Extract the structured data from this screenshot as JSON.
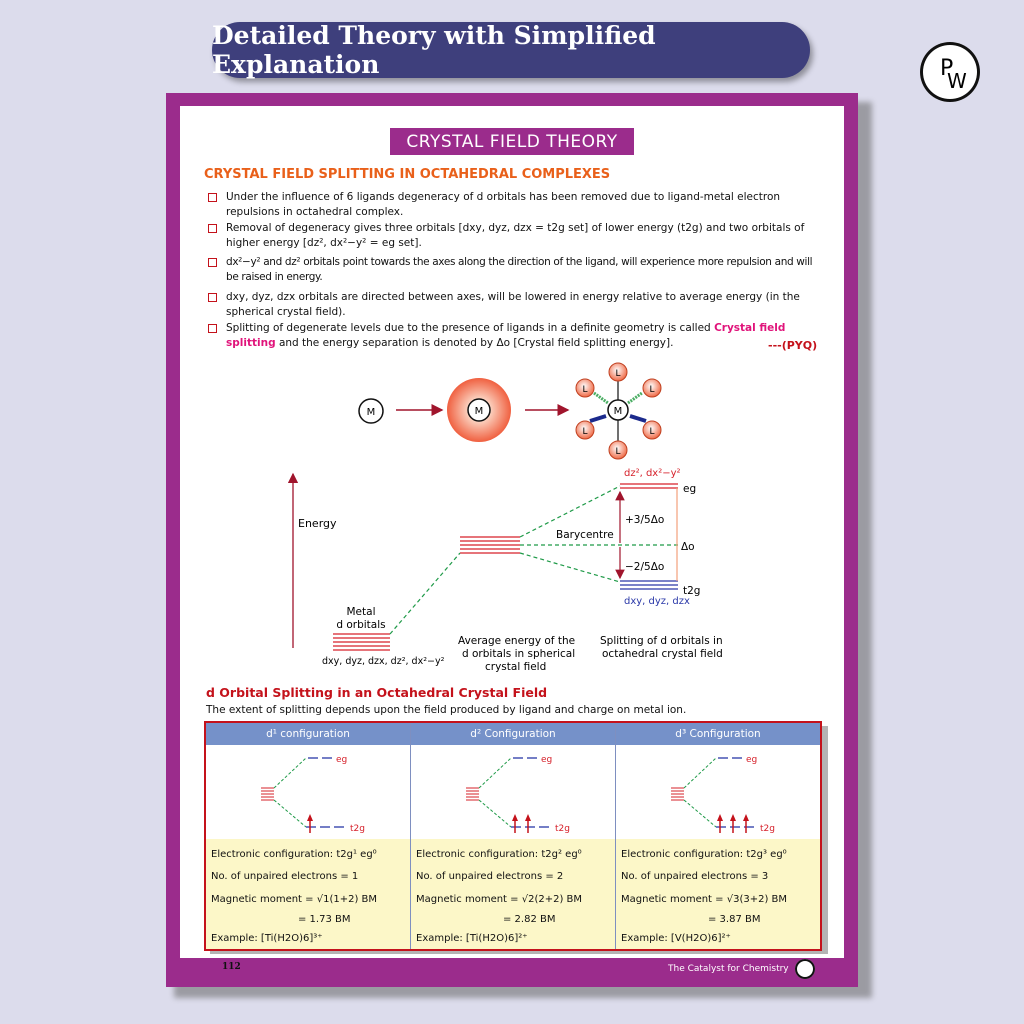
{
  "banner": "Detailed Theory with Simplified Explanation",
  "logo": "PW",
  "section_title": "CRYSTAL FIELD THEORY",
  "heading": "CRYSTAL FIELD SPLITTING IN OCTAHEDRAL COMPLEXES",
  "bullets": [
    "Under the influence of 6 ligands degeneracy of d orbitals has been removed due to ligand-metal electron repulsions in octahedral complex.",
    "Removal of degeneracy gives three orbitals [dxy, dyz, dzx = t2g set] of lower energy (t2g) and two orbitals of higher energy [dz², dx²−y² = eg set].",
    "dx²−y² and dz² orbitals point towards the axes along the direction of the ligand, will experience more repulsion and will be raised in energy.",
    "dxy, dyz, dzx orbitals are directed between axes, will be lowered in energy relative to average energy (in the spherical crystal field).",
    "Splitting of degenerate levels due to the presence of ligands in a definite geometry is called",
    "Crystal field splitting",
    "and the energy separation is denoted by Δo [Crystal field splitting energy]."
  ],
  "pyq": "---(PYQ)",
  "diagram": {
    "metal": "M",
    "ligand": "L",
    "energy": "Energy",
    "metal_d": "Metal",
    "metal_d2": "d orbitals",
    "metal_orbitals": "dxy, dyz, dzx, dz², dx²−y²",
    "avg1": "Average energy of the",
    "avg2": "d orbitals in spherical",
    "avg3": "crystal field",
    "split1": "Splitting of d orbitals in",
    "split2": "octahedral crystal field",
    "eg_orbitals": "dz², dx²−y²",
    "eg": "eg",
    "t2g_orbitals": "dxy, dyz, dzx",
    "t2g": "t2g",
    "barycentre": "Barycentre",
    "up": "+3/5Δo",
    "down": "−2/5Δo",
    "delta": "Δo"
  },
  "dorb_heading": "d Orbital Splitting in an Octahedral Crystal Field",
  "dorb_sub": "The extent of splitting depends upon the field produced by ligand and charge on metal ion.",
  "configs": [
    {
      "header": "d¹ configuration",
      "electrons": 1,
      "eg": "eg",
      "t2g": "t2g",
      "config": "Electronic configuration: t2g¹ eg⁰",
      "unpaired": "No. of unpaired electrons = 1",
      "moment": "Magnetic moment = √1(1+2) BM",
      "value": "= 1.73 BM",
      "example": "Example: [Ti(H2O)6]³⁺"
    },
    {
      "header": "d² Configuration",
      "electrons": 2,
      "eg": "eg",
      "t2g": "t2g",
      "config": "Electronic configuration: t2g² eg⁰",
      "unpaired": "No. of unpaired electrons = 2",
      "moment": "Magnetic moment = √2(2+2) BM",
      "value": "= 2.82 BM",
      "example": "Example: [Ti(H2O)6]²⁺"
    },
    {
      "header": "d³ Configuration",
      "electrons": 3,
      "eg": "eg",
      "t2g": "t2g",
      "config": "Electronic configuration: t2g³ eg⁰",
      "unpaired": "No. of unpaired electrons = 3",
      "moment": "Magnetic moment = √3(3+2) BM",
      "value": "= 3.87 BM",
      "example": "Example: [V(H2O)6]²⁺"
    }
  ],
  "footer": {
    "page": "112",
    "tagline": "The Catalyst for Chemistry"
  }
}
